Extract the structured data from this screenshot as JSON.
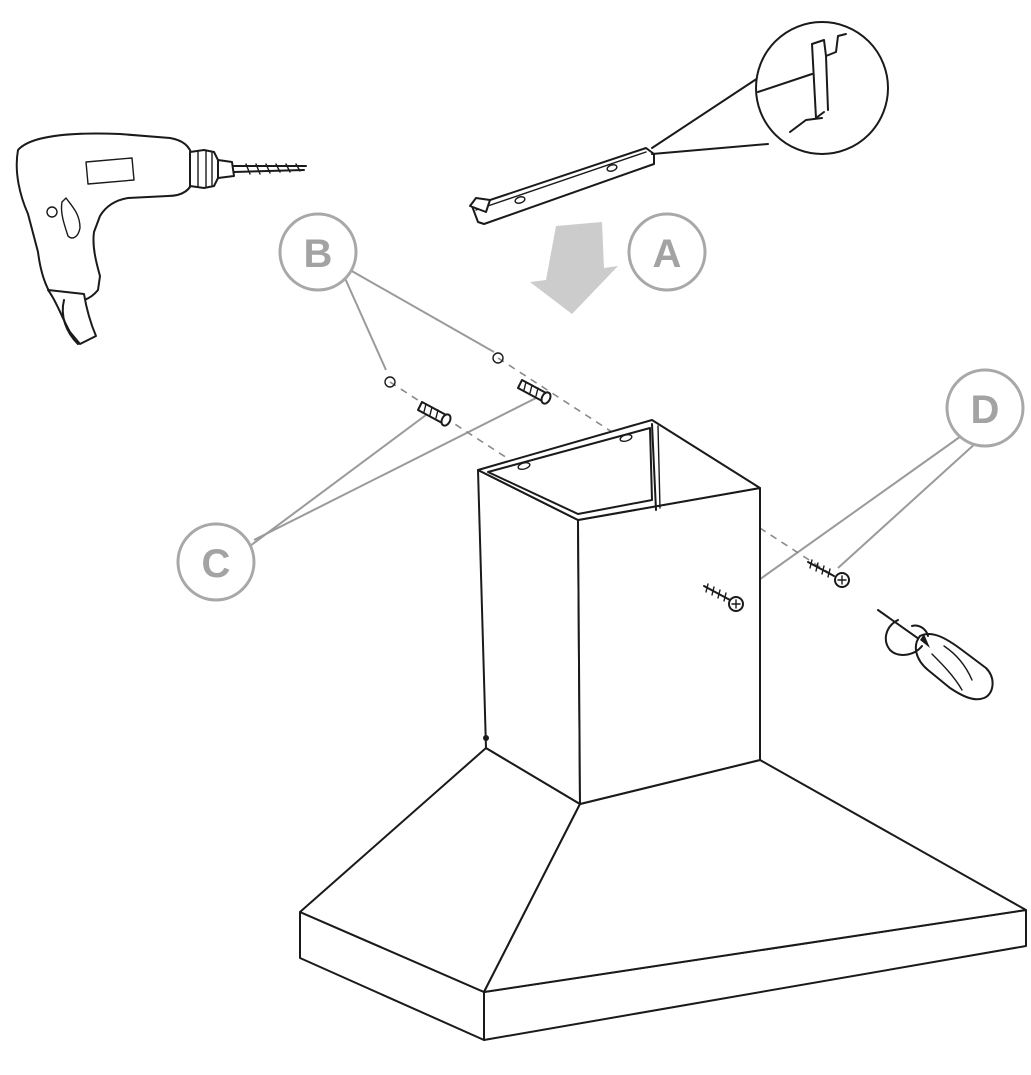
{
  "callouts": {
    "a": "A",
    "b": "B",
    "c": "C",
    "d": "D"
  },
  "colors": {
    "ink": "#1a1a1a",
    "callout": "#a3a3a3",
    "arrow": "#c8c8c8"
  },
  "icons": [
    "drill-icon",
    "screwdriver-icon",
    "bracket-icon",
    "magnifier-detail-icon",
    "down-arrow-icon",
    "wall-plug-icon",
    "screw-icon",
    "chimney-hood-icon"
  ]
}
